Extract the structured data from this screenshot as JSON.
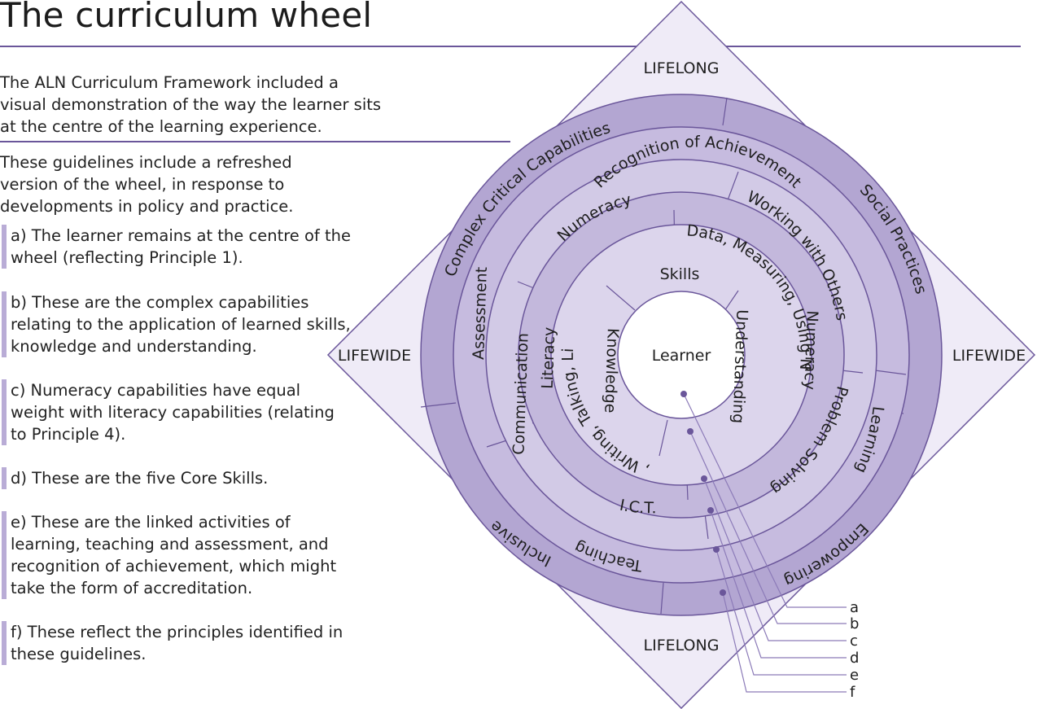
{
  "page": {
    "title": "The curriculum wheel",
    "intro": "The ALN Curriculum Framework included a visual demonstration of the way the learner sits at the centre of the learning experience.",
    "guidelines": "These guidelines include a refreshed version of the wheel, in response to developments in policy and practice."
  },
  "notes": [
    "a) The learner remains at the centre of the wheel (reflecting Principle 1).",
    "b) These are the complex capabilities relating to the application of learned skills, knowledge and understanding.",
    "c) Numeracy capabilities have equal weight with literacy capabilities (relating to Principle 4).",
    "d) These are the five Core Skills.",
    "e) These are the linked activities of learning, teaching and assessment, and recognition of achievement, which might take the form of accreditation.",
    "f) These reflect the principles identified in these guidelines."
  ],
  "diamond": {
    "top": "LIFELONG",
    "bottom": "LIFELONG",
    "left": "LIFEWIDE",
    "right": "LIFEWIDE"
  },
  "wheel": {
    "center": "Learner",
    "skills": "Skills",
    "knowledge": "Knowledge",
    "understanding": "Understanding",
    "literacy_skills": "Reading, Writing, Talking, Listening",
    "numeracy_skills": "Using Data, Measuring, Using Numbers",
    "literacy": "Literacy",
    "numeracy_inner": "Numeracy",
    "numeracy": "Numeracy",
    "communication": "Communication",
    "working_with_others": "Working with Others",
    "problem_solving": "Problem Solving",
    "ict": "I.C.T.",
    "assessment": "Assessment",
    "recognition": "Recognition of Achievement",
    "learning": "Learning",
    "teaching": "Teaching",
    "complex": "Complex Critical Capabilities",
    "social": "Social Practices",
    "empowering": "Empowering",
    "inclusive": "Inclusive"
  },
  "callouts": [
    "a",
    "b",
    "c",
    "d",
    "e",
    "f"
  ],
  "colors": {
    "accent": "#6a569a",
    "outer_ring": "#b3a6d2",
    "ring3": "#d2cae6",
    "ring2": "#c3b8dc",
    "ring1": "#dcd5ec",
    "diamond_fill": "#efebf7",
    "line": "#7f6ab1"
  }
}
